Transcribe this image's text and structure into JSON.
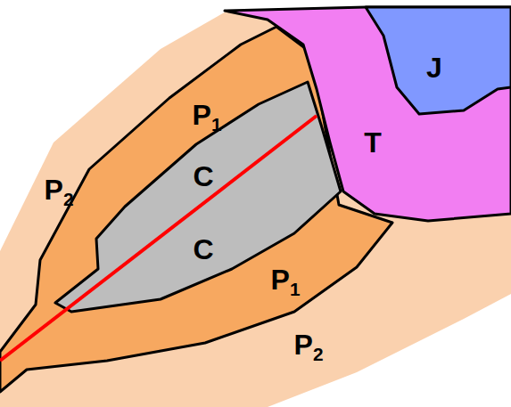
{
  "diagram": {
    "labels": [
      "P1",
      "P2",
      "C",
      "C",
      "P1",
      "P2",
      "T",
      "J"
    ]
  }
}
